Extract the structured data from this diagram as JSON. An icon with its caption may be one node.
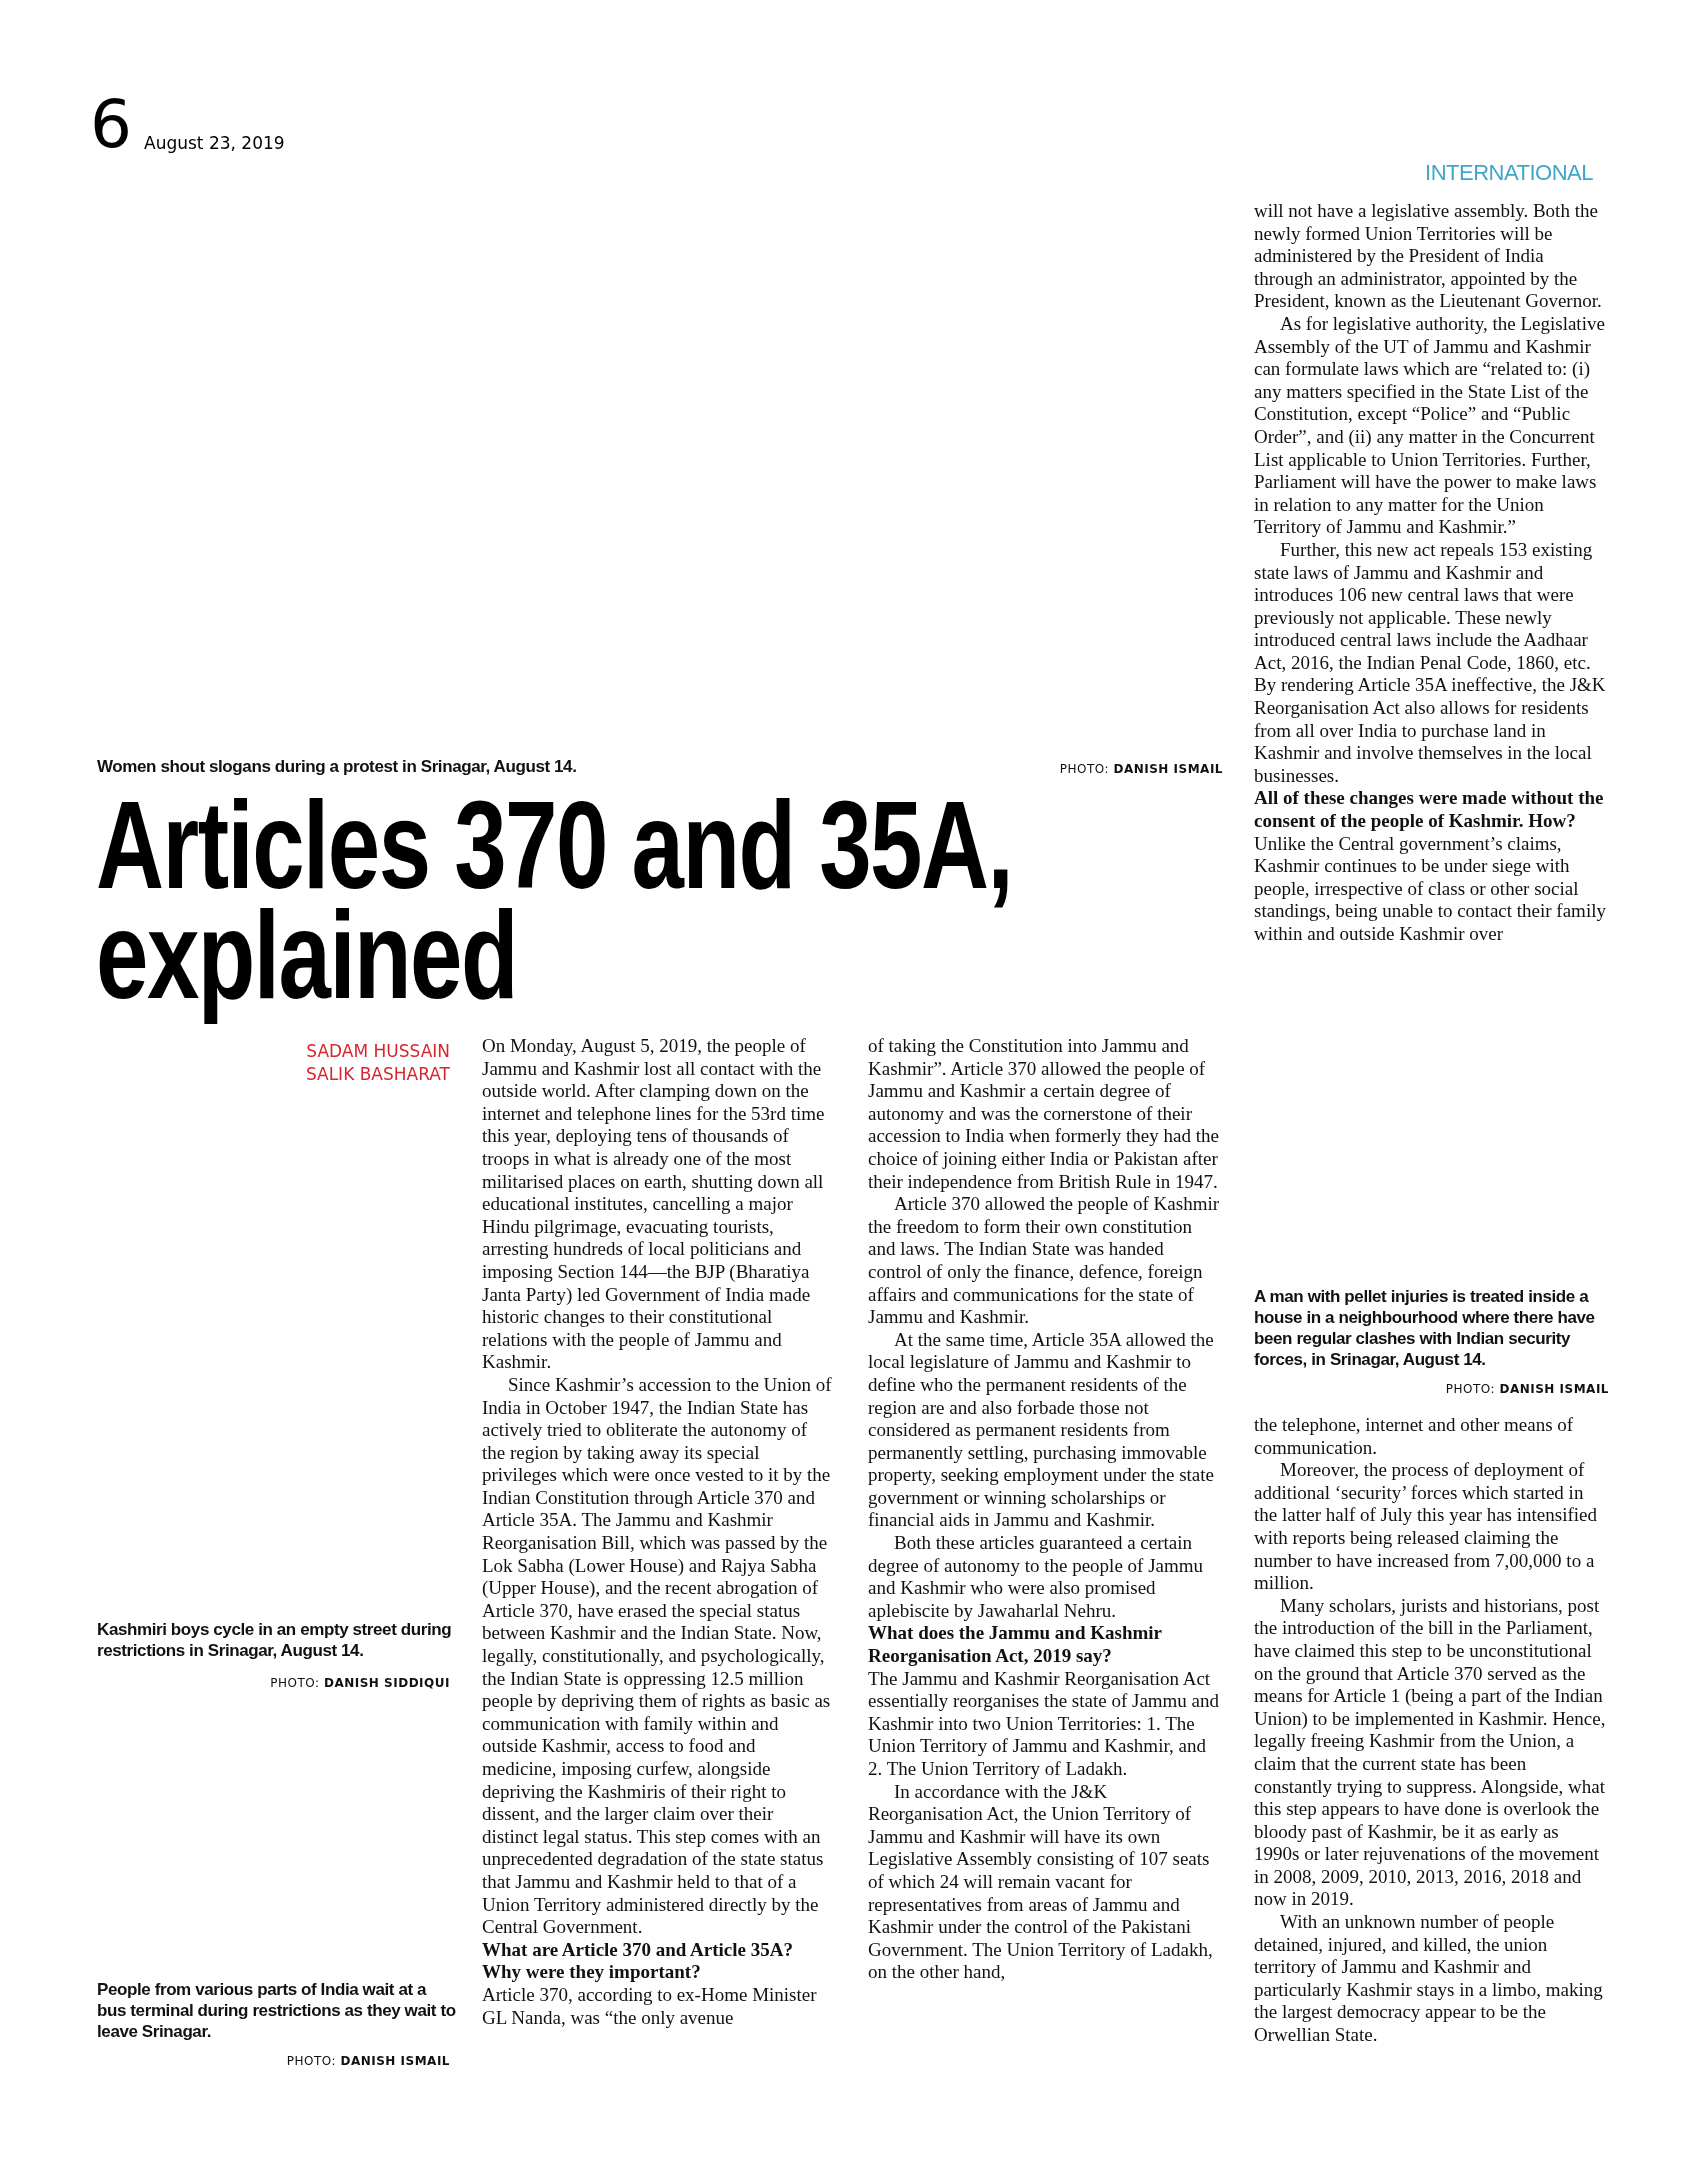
{
  "diagram": {
    "title": "Articles 370 and 35A, explained",
    "labels": [
      "6",
      "August 23, 2019",
      "INTERNATIONAL",
      "Women shout slogans during a protest in Srinagar, August 14.",
      "PHOTO: **DANISH ISMAIL**",
      "SADAM HUSSAIN",
      "SALIK BASHARAT",
      "Kashmiri boys cycle in an empty street during restrictions in Srinagar, August 14.",
      "PHOTO: **DANISH SIDDIQUI**",
      "People from various parts of India wait at a bus terminal during restrictions as they wait to leave Srinagar.",
      "PHOTO: **DANISH ISMAIL**",
      "On Monday, August 5, 2019, the people of Jammu and Kashmir lost all contact with the outside world. After clamping down on the internet and telephone lines for the 53rd time this year, deploying tens of thousands of troops in what is already one of the most militarised places on earth, shutting down all educational institutes, cancelling a major Hindu pilgrimage, evacuating tourists, arresting hundreds of local politicians and imposing Section 144—the BJP (Bharatiya Janta Party) led Government of India made historic changes to their constitutional relations with the people of Jammu and Kashmir.",
      "Since Kashmir’s accession to the Union of India in October 1947, the Indian State has actively tried to obliterate the autonomy of the region by taking away its special privileges which were once vested to it by the Indian Constitution through Article 370 and Article 35A. The Jammu and Kashmir Reorganisation Bill, which was passed by the Lok Sabha (Lower House) and Rajya Sabha (Upper House), and the recent abrogation of Article 370, have erased the special status between Kashmir and the Indian State. Now, legally, constitutionally, and psychologically, the Indian State is oppressing 12.5 million people by depriving them of rights as basic as communication with family within and outside Kashmir, access to food and medicine, imposing curfew, alongside depriving the Kashmiris of their right to dissent, and the larger claim over their distinct legal status. This step comes with an unprecedented degradation of the state status that Jammu and Kashmir held to that of a Union Territory administered directly by the Central Government.",
      "What are Article 370 and Article 35A? Why were they important?",
      "Article 370, according to ex-Home Minister GL Nanda, was “the only avenue",
      "of taking the Constitution into Jammu and Kashmir”. Article 370 allowed the people of Jammu and Kashmir a certain degree of autonomy and was the cornerstone of their accession to India when formerly they had the choice of joining either India or Pakistan after their independence from British Rule in 1947.",
      "Article 370 allowed the people of Kashmir the freedom to form their own constitution and laws. The Indian State was handed control of only the finance, defence, foreign affairs and communications for the state of Jammu and Kashmir.",
      "At the same time, Article 35A allowed the local legislature of Jammu and Kashmir to define who the permanent residents of the region are and also forbade those not considered as permanent residents from permanently settling, purchasing immovable property, seeking employment under the state government or winning scholarships or financial aids in Jammu and Kashmir.",
      "Both these articles guaranteed a certain degree of autonomy to the people of Jammu and Kashmir who were also promised aplebiscite by Jawaharlal Nehru.",
      "What does the Jammu and Kashmir Reorganisation Act, 2019 say?",
      "The Jammu and Kashmir Reorganisation Act essentially reorganises the state of Jammu and Kashmir into two Union Territories: 1. The Union Territory of Jammu and Kashmir, and 2. The Union Territory of Ladakh.",
      "In accordance with the J&K Reorganisation Act, the Union Territory of Jammu and Kashmir will have its own Legislative Assembly consisting of 107 seats of which 24 will remain vacant for representatives from areas of Jammu and Kashmir under the control of the Pakistani Government. The Union Territory of Ladakh, on the other hand,",
      "will not have a legislative assembly. Both the newly formed Union Territories will be administered by the President of India through an administrator, appointed by the President, known as the Lieutenant Governor.",
      "As for legislative authority, the Legislative Assembly of the UT of Jammu and Kashmir can formulate laws which are “related to: (i) any matters specified in the State List of the Constitution, except “Police” and “Public Order”, and (ii) any matter in the Concurrent List applicable to Union Territories. Further, Parliament will have the power to make laws in relation to any matter for the Union Territory of Jammu and Kashmir.”",
      "Further, this new act repeals 153 existing state laws of Jammu and Kashmir and introduces 106 new central laws that were previously not applicable. These newly introduced central laws include the Aadhaar Act, 2016, the Indian Penal Code, 1860, etc. By rendering Article 35A ineffective, the J&K Reorganisation Act also allows for residents from all over India to purchase land in Kashmir and involve themselves in the local businesses.",
      "All of these changes were made without the consent of the people of Kashmir. How?",
      "Unlike the Central government’s claims, Kashmir continues to be under siege with people, irrespective of class or other social standings, being unable to contact their family within and outside Kashmir over",
      "A man with pellet injuries is treated inside a house in a neighbourhood where there have been regular clashes with Indian security forces, in Srinagar, August 14.",
      "PHOTO: **DANISH ISMAIL**",
      "the telephone, internet and other means of communication.",
      "Moreover, the process of deployment of additional ‘security’ forces which started in the latter half of July this year has intensified with reports being released claiming the number to have increased from 7,00,000 to a million.",
      "Many scholars, jurists and historians, post the introduction of the bill in the Parliament, have claimed this step to be unconstitutional on the ground that Article 370 served as the means for Article 1 (being a part of the Indian Union) to be implemented in Kashmir. Hence, legally freeing Kashmir from the Union, a claim that the current state has been constantly trying to suppress. Alongside, what this step appears to have done is overlook the bloody past of Kashmir, be it as early as 1990s or later rejuvenations of the movement in 2008, 2009, 2010, 2013, 2016, 2018 and now in 2019.",
      "With an unknown number of people detained, injured, and killed, the union territory of Jammu and Kashmir and particularly Kashmir stays in a limbo, making the largest democracy appear to be the Orwellian State."
    ]
  }
}
